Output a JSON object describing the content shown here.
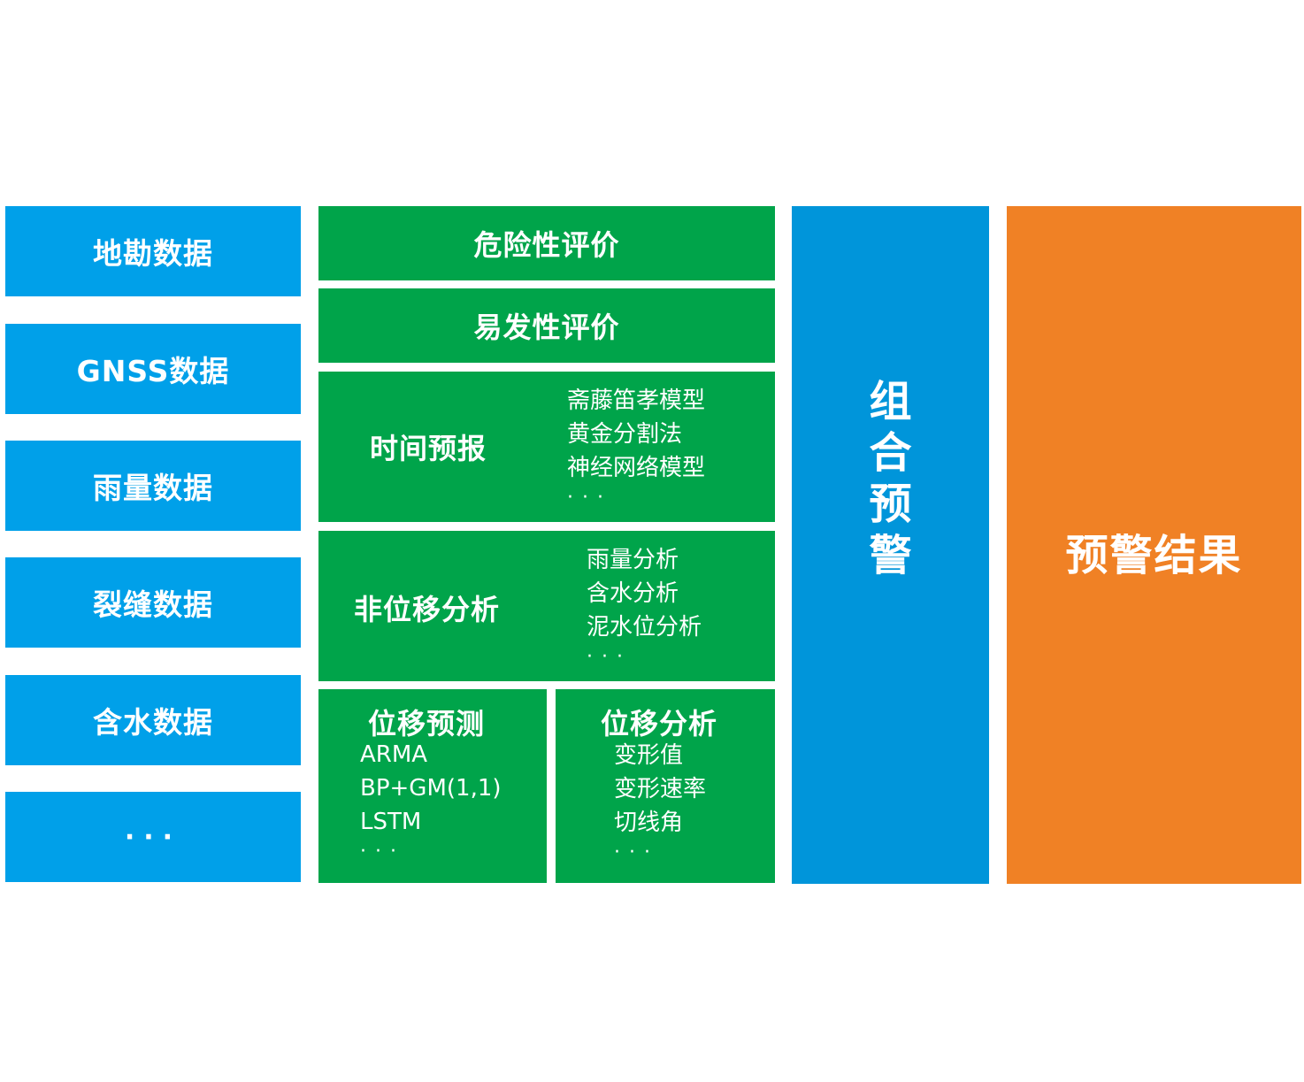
{
  "sources": [
    "地勘数据",
    "GNSS数据",
    "雨量数据",
    "裂缝数据",
    "含水数据",
    "···"
  ],
  "hazard": "危险性评价",
  "susceptibility": "易发性评价",
  "time_forecast": {
    "title": "时间预报",
    "items": [
      "斋藤笛孝模型",
      "黄金分割法",
      "神经网络模型",
      "···"
    ]
  },
  "non_displacement": {
    "title": "非位移分析",
    "items": [
      "雨量分析",
      "含水分析",
      "泥水位分析",
      "···"
    ]
  },
  "displacement_prediction": {
    "title": "位移预测",
    "items": [
      "ARMA",
      "BP+GM(1,1)",
      "LSTM",
      "···"
    ]
  },
  "displacement_analysis": {
    "title": "位移分析",
    "items": [
      "变形值",
      "变形速率",
      "切线角",
      "···"
    ]
  },
  "combined": [
    "组",
    "合",
    "预",
    "警"
  ],
  "result": "预警结果",
  "colors": {
    "source_blue": "#00a0e9",
    "method_green": "#00a44a",
    "combined_blue": "#0095da",
    "result_orange": "#f08125"
  }
}
